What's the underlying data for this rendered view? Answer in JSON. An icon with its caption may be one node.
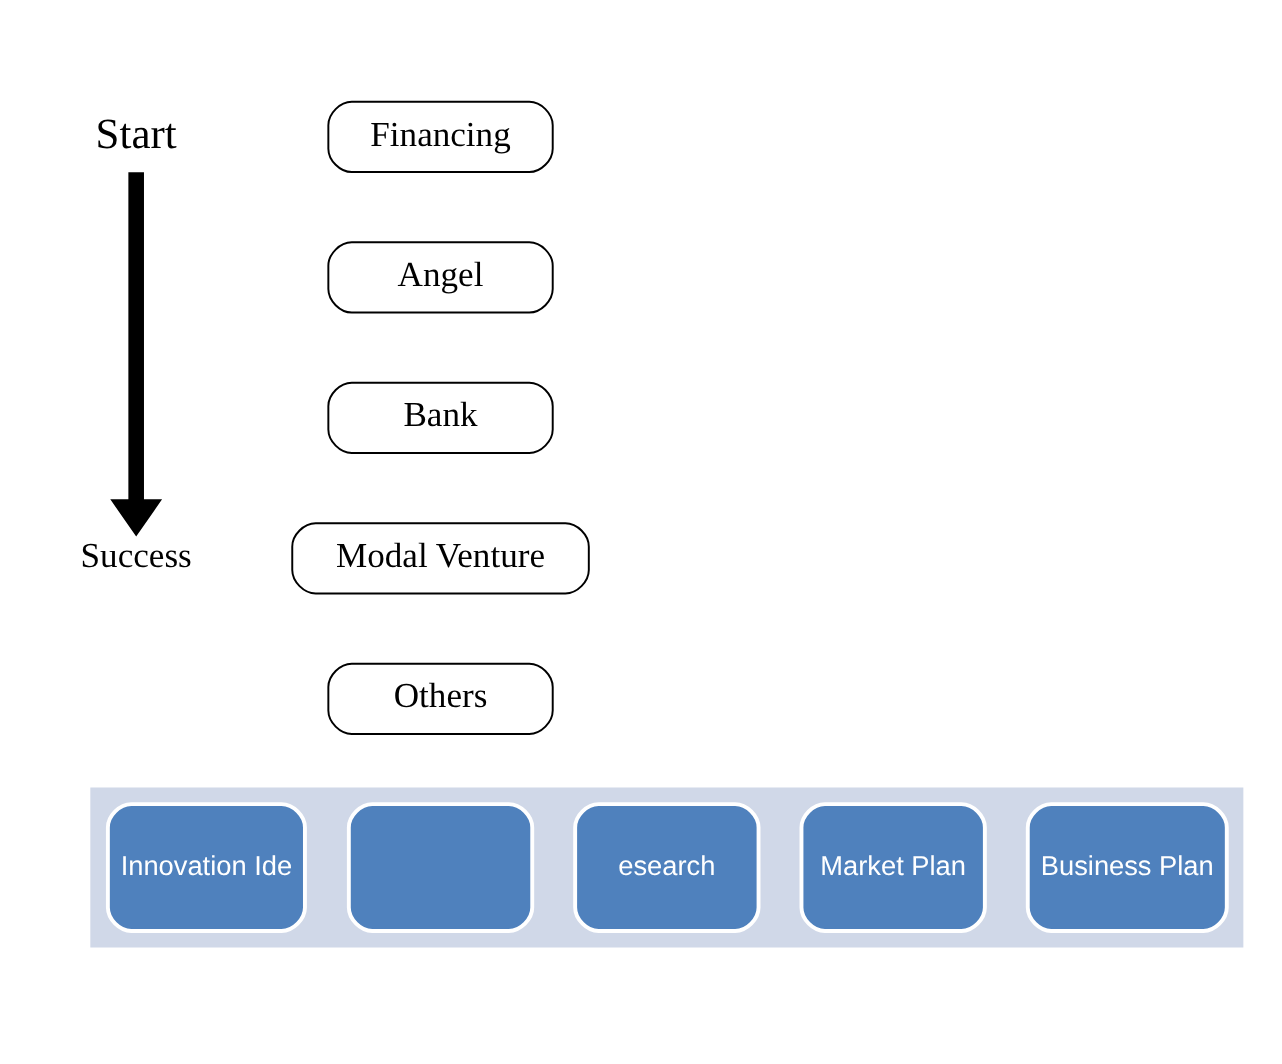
{
  "diagram": {
    "nodes": [
      {
        "text": [
          "Start"
        ]
      },
      {
        "text": [
          "Success"
        ]
      },
      {
        "text": [
          "Financing"
        ]
      },
      {
        "text": [
          "Angel"
        ]
      },
      {
        "text": [
          "Bank"
        ]
      },
      {
        "text": [
          "Modal Venture"
        ]
      },
      {
        "text": [
          "Others"
        ]
      },
      {
        "text": [],
        "shape": "arrow"
      },
      {
        "text": [
          "Innovation Ide"
        ],
        "in": 7
      },
      {
        "text": [],
        "shape": "box",
        "in": 7
      },
      {
        "text": [
          "esearch"
        ],
        "in": 7
      },
      {
        "text": [
          "Market Plan"
        ],
        "in": 7
      },
      {
        "text": [
          "Business Plan"
        ],
        "in": 7
      }
    ],
    "edges": [
      {
        "from": 0,
        "to": 1,
        "arrow": "to"
      }
    ]
  }
}
